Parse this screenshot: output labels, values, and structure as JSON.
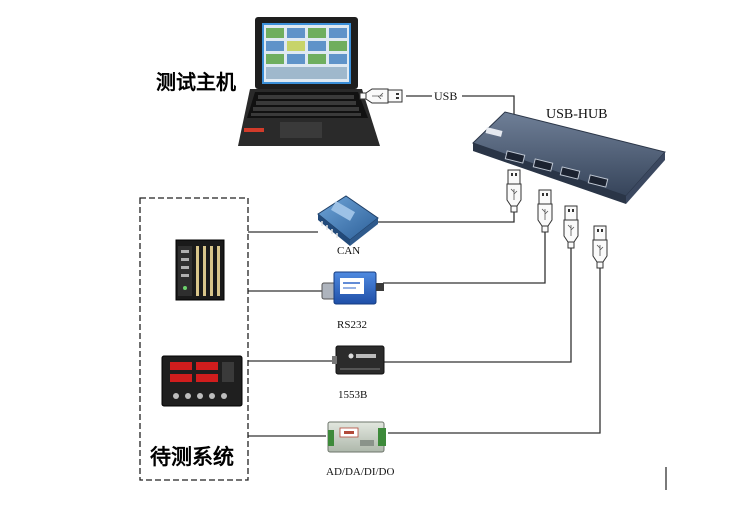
{
  "labels": {
    "host": "测试主机",
    "hub": "USB-HUB",
    "usb": "USB",
    "system": "待测系统",
    "can": "CAN",
    "rs232": "RS232",
    "b1553": "1553B",
    "io": "AD/DA/DI/DO"
  },
  "colors": {
    "hub_body": "#4a5a72",
    "can_device": "#3f78b5",
    "rs232_device": "#2f66c8",
    "box_1553": "#2b2b2b",
    "io_module": "#c9d1c7",
    "laptop_body": "#1e1e1e",
    "laptop_accent": "#d23b2a",
    "screen": "#3b8fd8"
  },
  "icons": {
    "laptop": "laptop-icon",
    "hub": "usb-hub-icon",
    "plug": "usb-plug-icon",
    "industrial_pc": "industrial-pc-icon",
    "panel": "instrument-panel-icon"
  }
}
